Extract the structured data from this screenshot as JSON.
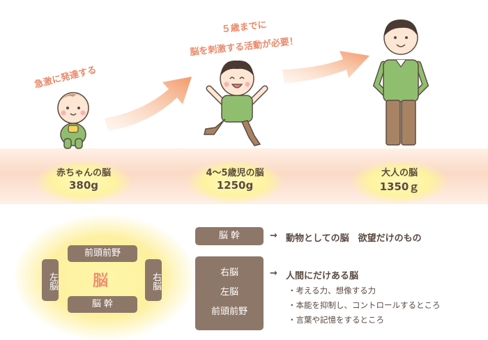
{
  "captions": {
    "baby": "急激に発達する",
    "child_line1": "５歳までに",
    "child_line2": "脳を刺激する活動が必要！"
  },
  "stages": [
    {
      "label": "赤ちゃんの脳",
      "weight": "380g"
    },
    {
      "label": "4～5歳児の脳",
      "weight": "1250g"
    },
    {
      "label": "大人の脳",
      "weight": "1350ｇ"
    }
  ],
  "brain_map": {
    "top": "前頭前野",
    "center": "脳",
    "left": "左脳",
    "right": "右脳",
    "bottom": "脳 幹"
  },
  "legend": {
    "brainstem_tag": "脳 幹",
    "brainstem_desc": "動物としての脳　欲望だけのもの",
    "human_tag": [
      "右脳",
      "左脳",
      "前頭前野"
    ],
    "human_desc": "人間にだけある脳",
    "bullets": [
      "・考える力、想像する力",
      "・本能を抑制し、コントロールするところ",
      "・言葉や記憶をするところ"
    ],
    "arrow": "→"
  },
  "colors": {
    "accent": "#ef8f6f",
    "tag": "#8d7768",
    "band": "#fbd9c6",
    "glow": "#fdf3a0",
    "shirt": "#8fbf6e"
  }
}
